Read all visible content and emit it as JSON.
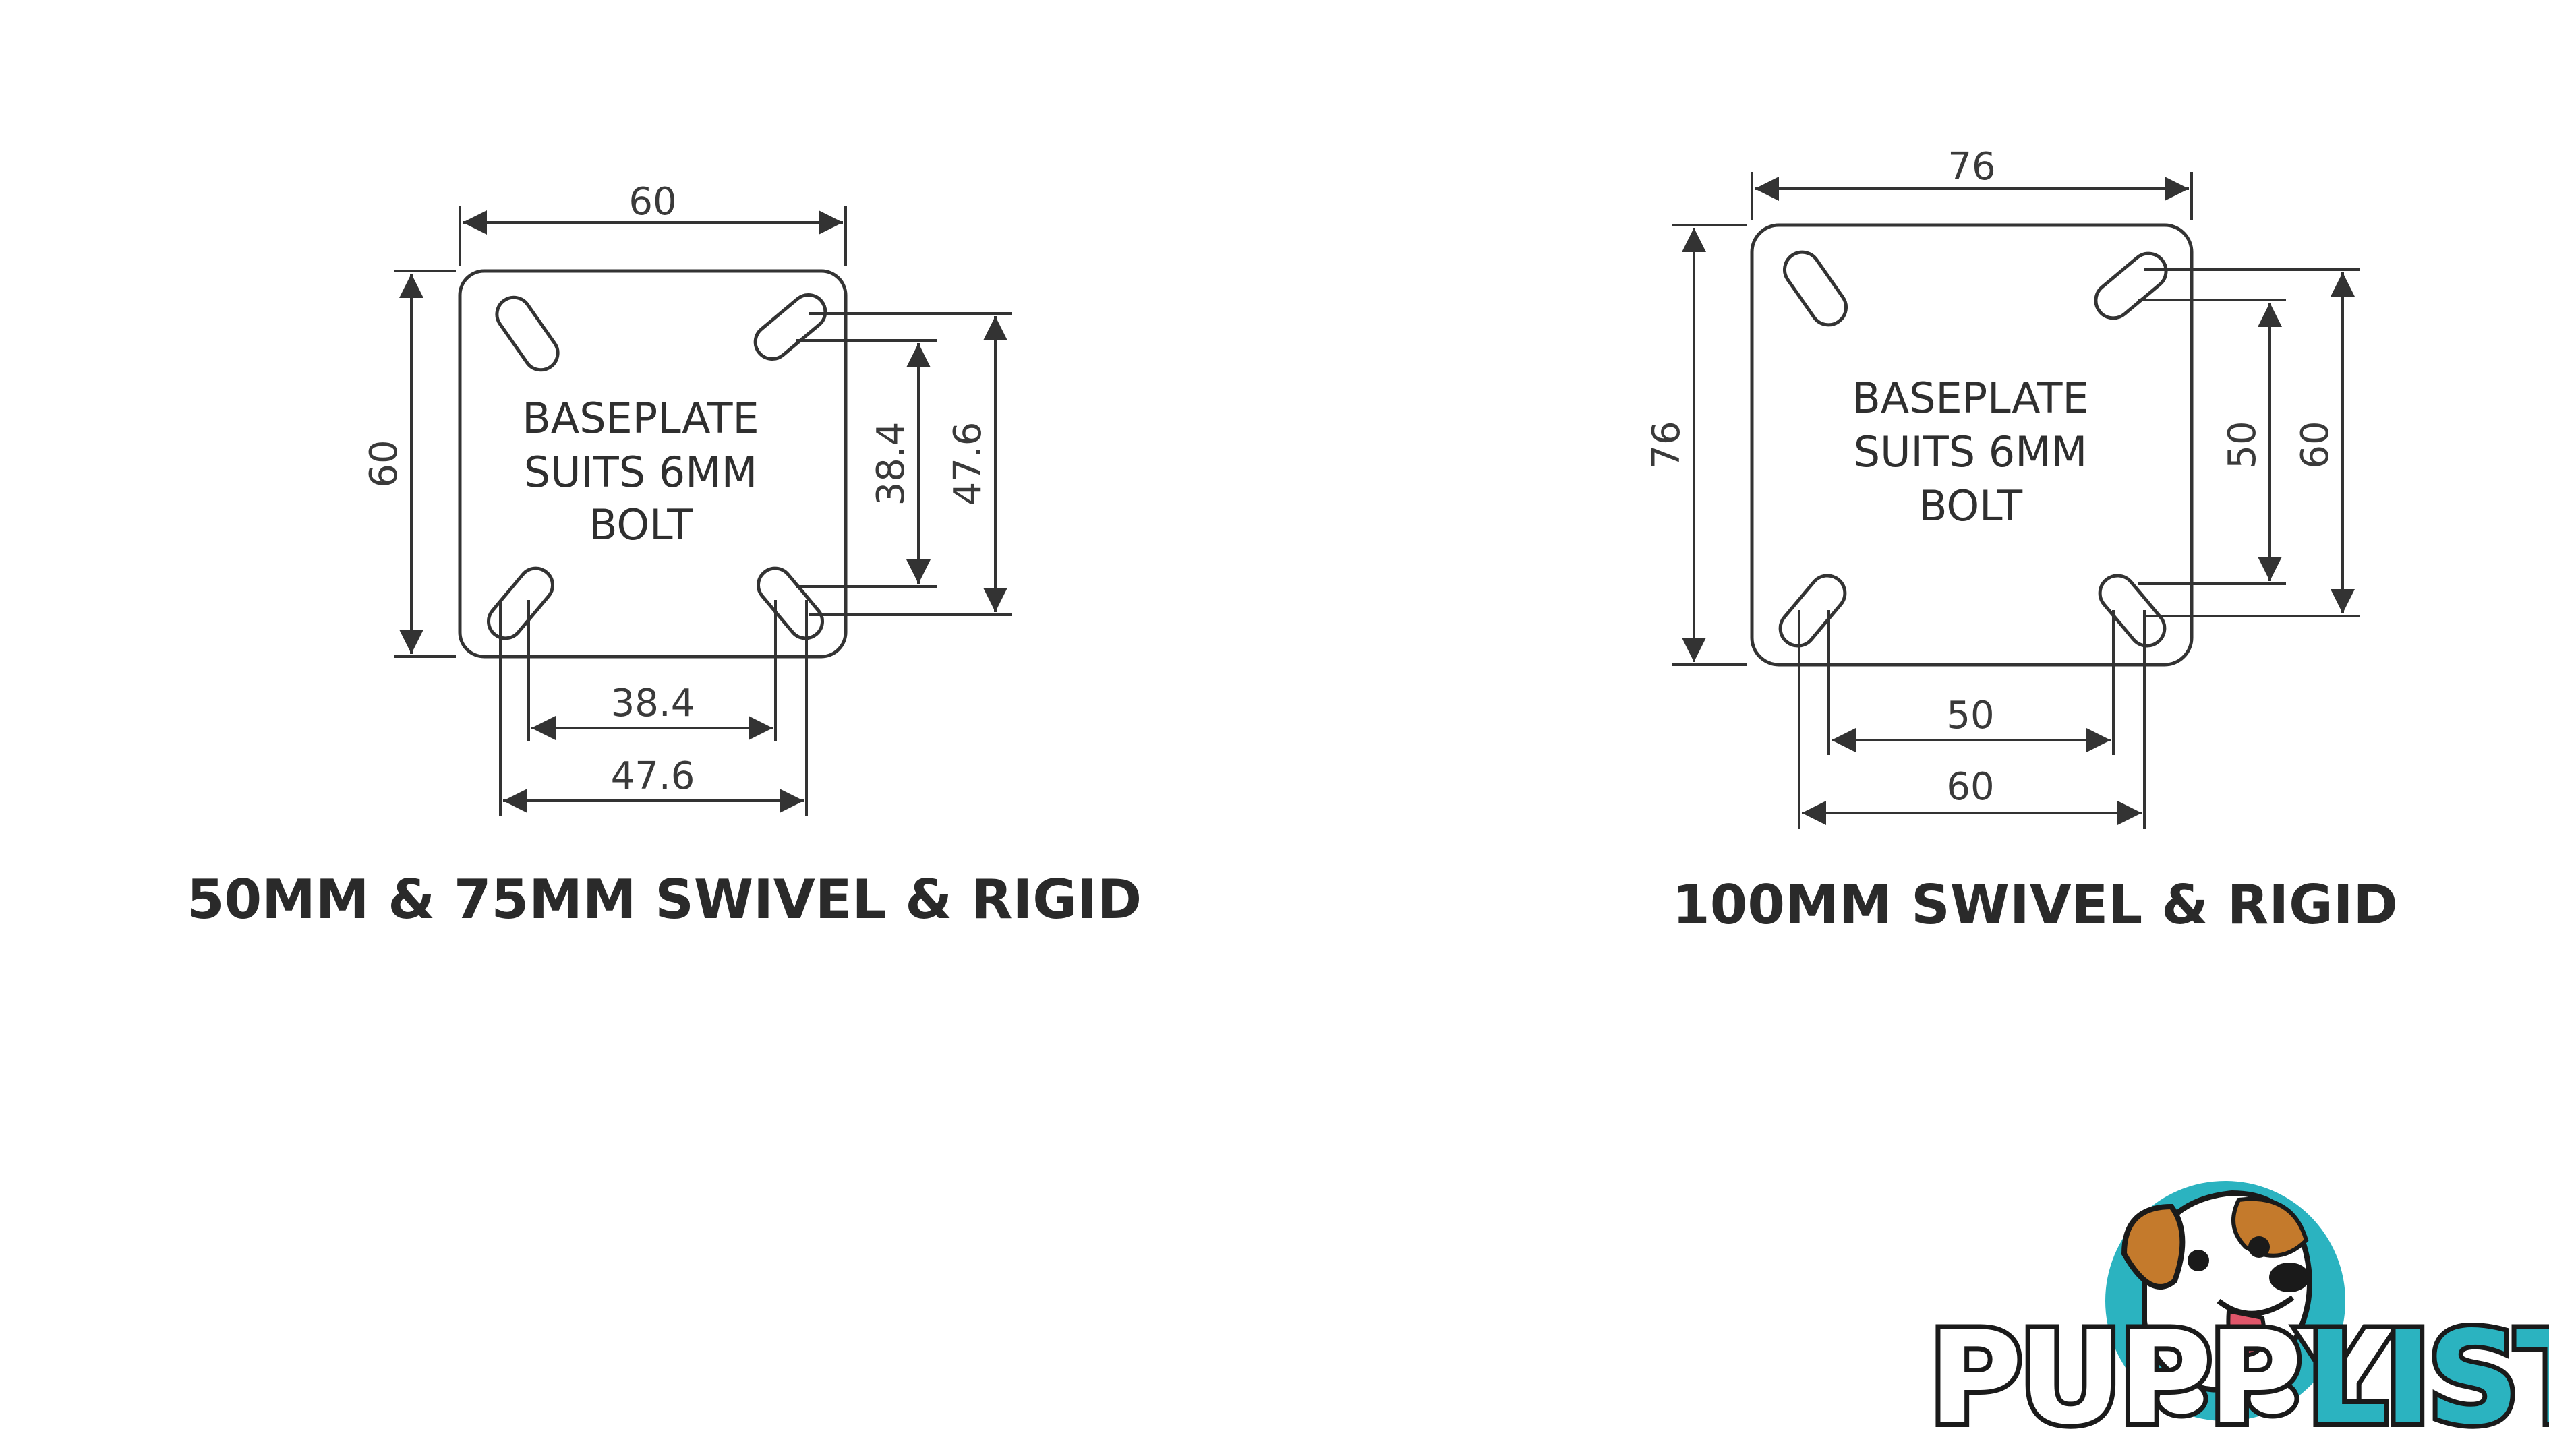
{
  "left_drawing": {
    "top_width": "60",
    "left_height": "60",
    "right_inner_height": "38.4",
    "right_outer_height": "47.6",
    "bottom_inner_width": "38.4",
    "bottom_outer_width": "47.6",
    "label_lines": [
      "BASEPLATE",
      "SUITS 6MM",
      "BOLT"
    ],
    "caption": "50MM & 75MM SWIVEL & RIGID"
  },
  "right_drawing": {
    "top_width": "76",
    "left_height": "76",
    "right_inner_height": "50",
    "right_outer_height": "60",
    "bottom_inner_width": "50",
    "bottom_outer_width": "60",
    "label_lines": [
      "BASEPLATE",
      "SUITS 6MM",
      "BOLT"
    ],
    "caption": "100MM SWIVEL & RIGID"
  },
  "logo": {
    "text_a": "PUPPY",
    "text_b": "LIST",
    "brand_teal": "#2bb3c0",
    "brand_dark": "#1a1a1a"
  }
}
